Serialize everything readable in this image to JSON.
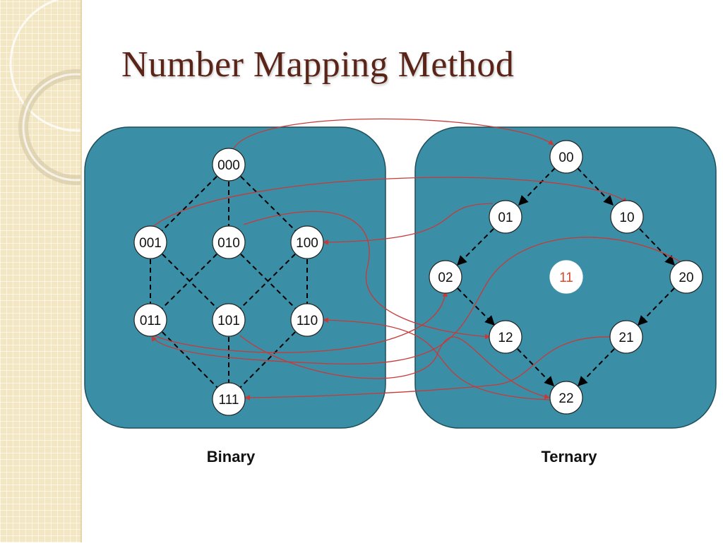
{
  "title": "Number Mapping Method",
  "colors": {
    "panel": "#3a8fa6",
    "title": "#5a2418",
    "mapping_arrow": "#c73a3a",
    "highlight_text": "#d9492c"
  },
  "binary": {
    "caption": "Binary",
    "nodes": [
      "000",
      "001",
      "010",
      "100",
      "011",
      "101",
      "110",
      "111"
    ]
  },
  "ternary": {
    "caption": "Ternary",
    "nodes": [
      "00",
      "01",
      "10",
      "02",
      "11",
      "20",
      "12",
      "21",
      "22"
    ]
  }
}
